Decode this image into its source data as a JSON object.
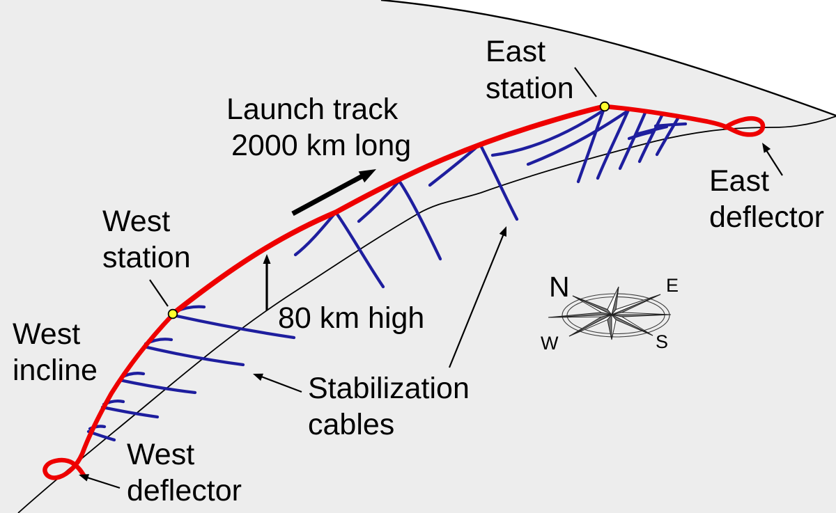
{
  "background": {
    "ground_color": "#ededed",
    "space_color": "#ffffff"
  },
  "colors": {
    "track": "#ee0000",
    "cable": "#1e1e9e",
    "line": "#000000",
    "dot_fill": "#ffff2e",
    "compass_dark": "#7d7d7d",
    "compass_light": "#ffffff"
  },
  "labels": {
    "east_station": [
      "East",
      "station"
    ],
    "launch_track": [
      "Launch track",
      "2000 km long"
    ],
    "west_station": [
      "West",
      "station"
    ],
    "height": "80 km high",
    "west_incline": [
      "West",
      "incline"
    ],
    "stabilization": [
      "Stabilization",
      "cables"
    ],
    "west_deflector": [
      "West",
      "deflector"
    ],
    "east_deflector": [
      "East",
      "deflector"
    ]
  },
  "compass": {
    "n": "N",
    "e": "E",
    "w": "W",
    "s": "S"
  }
}
